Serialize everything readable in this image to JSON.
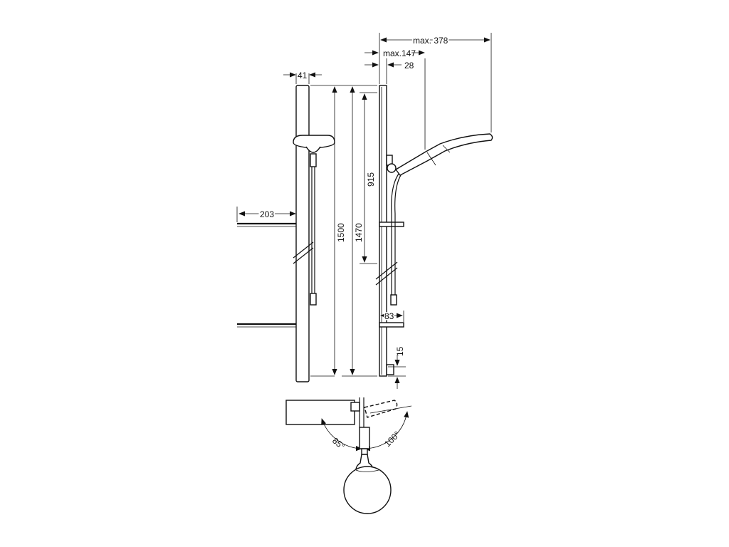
{
  "dimensions": {
    "max_projection": "max. 378",
    "max_head_offset": "max.147",
    "rail_offset": "28",
    "rail_width": "41",
    "shelf_depth": "203",
    "total_height": "1500",
    "rail_height": "1470",
    "slide_range": "915",
    "holder_width": "83",
    "bottom_offset": "15",
    "angle_left": "85°",
    "angle_right": "100°"
  }
}
